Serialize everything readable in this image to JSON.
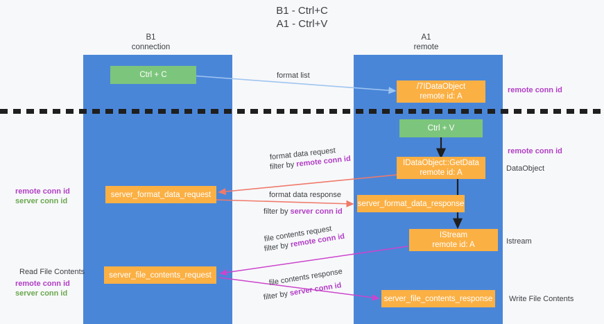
{
  "title": {
    "line1": "B1 - Ctrl+C",
    "line2": "A1 - Ctrl+V"
  },
  "lanes": [
    {
      "id": "b1",
      "name": "B1",
      "subtitle": "connection"
    },
    {
      "id": "a1",
      "name": "A1",
      "subtitle": "remote"
    }
  ],
  "boxes": {
    "ctrl_c": {
      "label": "Ctrl + C",
      "color": "#7cc57c"
    },
    "ctrl_v": {
      "label": "Ctrl + V",
      "color": "#7cc57c"
    },
    "dataobject_remote": {
      "line1": "⃻/7IDataObject",
      "line2": "remote id: A",
      "color": "#fbb044"
    },
    "getdata": {
      "line1": "IDataObject::GetData",
      "line2": "remote id: A",
      "color": "#fbb044"
    },
    "istream": {
      "line1": "IStream",
      "line2": "remote id: A",
      "color": "#fbb044"
    },
    "server_format_data_request": {
      "label": "server_format_data_request",
      "color": "#fbb044"
    },
    "server_format_data_response": {
      "label": "server_format_data_response",
      "color": "#fbb044"
    },
    "server_file_contents_request": {
      "label": "server_file_contents_request",
      "color": "#fbb044"
    },
    "server_file_contents_response": {
      "label": "server_file_contents_response",
      "color": "#fbb044"
    }
  },
  "arrow_labels": {
    "format_list": "format list",
    "format_data_request": "format data request",
    "format_data_request_filter_prefix": "filter by ",
    "format_data_request_filter_key": "remote conn id",
    "format_data_response": "format data response",
    "format_data_response_filter_prefix": "filter by ",
    "format_data_response_filter_key": "server conn id",
    "file_contents_request": "file contents request",
    "file_contents_request_filter_prefix": "filter by ",
    "file_contents_request_filter_key": "remote conn id",
    "file_contents_response": "file contents response",
    "file_contents_response_filter_prefix": "filter by ",
    "file_contents_response_filter_key": "server conn id"
  },
  "side_labels": {
    "right_remote_conn_id_top": "remote conn id",
    "right_remote_conn_id_mid": "remote conn id",
    "right_dataobject": "DataObject",
    "right_istream": "Istream",
    "right_write_file_contents": "Write File Contents",
    "left_remote_conn_id": "remote conn id",
    "left_server_conn_id": "server conn id",
    "left_read_file_contents": "Read File Contents",
    "left_remote_conn_id_2": "remote conn id",
    "left_server_conn_id_2": "server conn id"
  },
  "colors": {
    "lane": "#4a86d8",
    "green_box": "#7cc57c",
    "orange_box": "#fbb044",
    "purple": "#b13ec4",
    "green_text": "#6aa84f",
    "arrow_blue": "#9fc5f0",
    "arrow_red": "#f07a6a",
    "arrow_magenta": "#cc44cc",
    "arrow_black": "#1f1f1f",
    "background": "#f7f8fa",
    "text": "#3c4043"
  }
}
